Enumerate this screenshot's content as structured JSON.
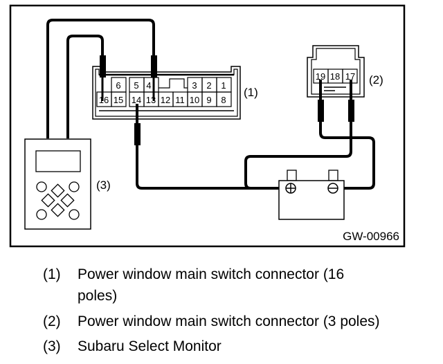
{
  "diagram": {
    "figure_id": "GW-00966",
    "connector_1": {
      "label": "(1)",
      "top_row": [
        "",
        "6",
        "5",
        "4",
        "",
        "3",
        "2",
        "1"
      ],
      "bottom_row": [
        "16",
        "15",
        "14",
        "13",
        "12",
        "11",
        "10",
        "9",
        "8"
      ]
    },
    "connector_2": {
      "label": "(2)",
      "pins": [
        "19",
        "18",
        "17"
      ]
    },
    "monitor": {
      "label": "(3)"
    },
    "battery": {
      "plus": "+",
      "minus": "−"
    },
    "connections": [
      {
        "from": "monitor",
        "to": "connector_1 pin 13"
      },
      {
        "from": "monitor",
        "to": "connector_1 pin 16"
      },
      {
        "from": "connector_1 pin 14",
        "to": "battery plus"
      },
      {
        "from": "connector_2 pin 17",
        "to": "battery plus"
      },
      {
        "from": "connector_2 pin 19",
        "to": "battery minus"
      }
    ]
  },
  "legend": [
    {
      "num": "(1)",
      "text": "Power window main switch connector (16",
      "text_cont": "poles)"
    },
    {
      "num": "(2)",
      "text": "Power window main switch connector (3 poles)"
    },
    {
      "num": "(3)",
      "text": "Subaru Select Monitor"
    }
  ]
}
